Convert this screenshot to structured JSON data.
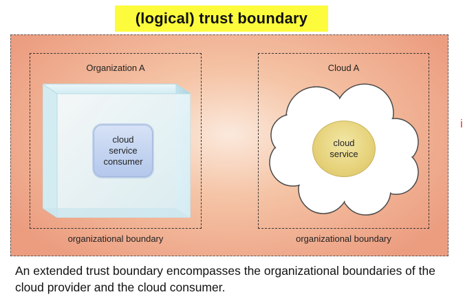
{
  "title": "(logical) trust boundary",
  "trust_boundary": {
    "left_org": {
      "name": "Organization A",
      "consumer_label": "cloud\nservice\nconsumer",
      "boundary_label": "organizational boundary"
    },
    "right_org": {
      "name": "Cloud A",
      "service_label": "cloud\nservice",
      "boundary_label": "organizational boundary"
    }
  },
  "caption": "An extended trust boundary encompasses the organizational boundaries of the cloud provider and the cloud consumer.",
  "edge_mark": "i",
  "colors": {
    "title_highlight": "#fdfc3c",
    "trust_fill": "#ec9d80",
    "consumer_fill": "#b4c8ec",
    "service_fill": "#e6d27a"
  }
}
